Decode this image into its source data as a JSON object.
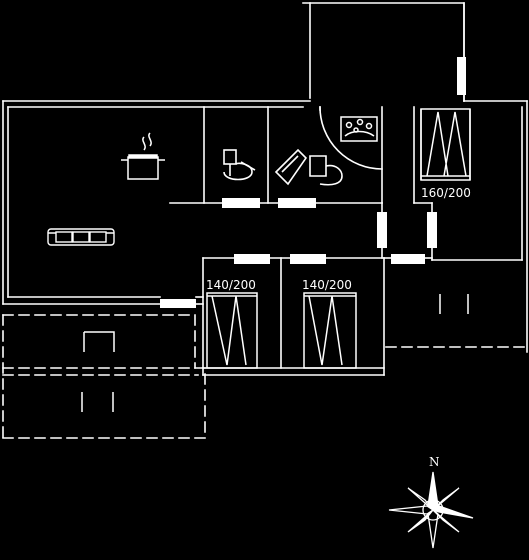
{
  "plan": {
    "background": "#000000",
    "line_color": "#ffffff",
    "bed_labels": {
      "double_bed": "160/200",
      "bed_left": "140/200",
      "bed_right": "140/200"
    },
    "compass": {
      "north": "N"
    },
    "icons": [
      "cooking-pot-icon",
      "sofa-icon",
      "toilet-icon",
      "shower-icon",
      "bathtub-icon",
      "bed-icon",
      "compass-rose-icon"
    ]
  }
}
